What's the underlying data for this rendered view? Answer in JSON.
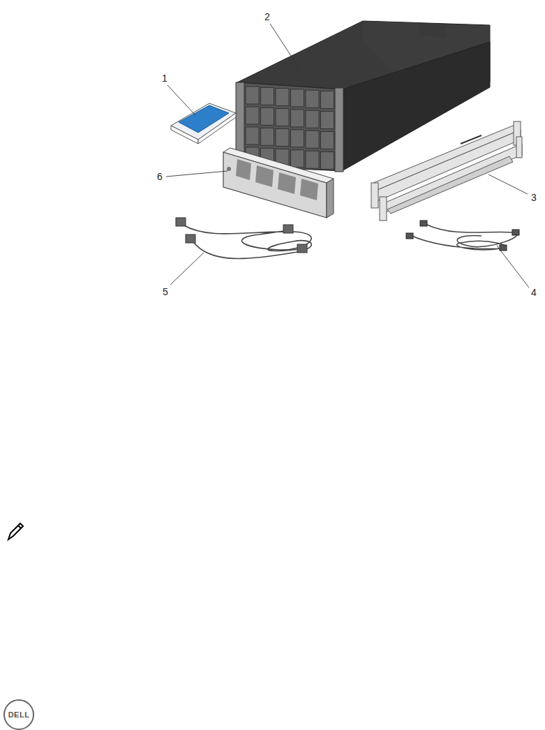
{
  "diagram": {
    "labels": [
      "1",
      "2",
      "3",
      "4",
      "5",
      "6",
      "DELL"
    ]
  }
}
